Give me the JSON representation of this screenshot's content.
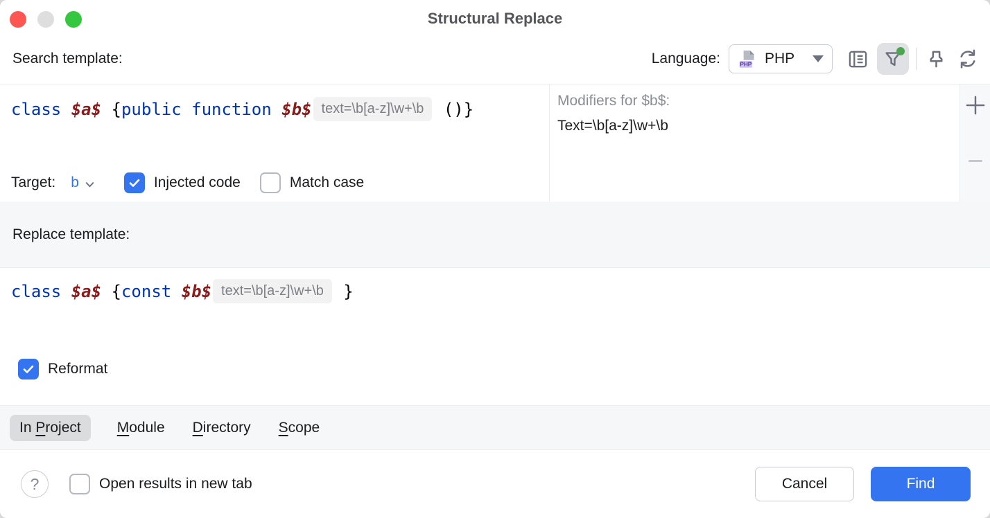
{
  "window": {
    "title": "Structural Replace"
  },
  "colors": {
    "accent_blue": "#3574f0",
    "keyword_blue": "#0033b3",
    "variable_maroon": "#8b1a1a",
    "band_gray": "#f6f7f8",
    "border_gray": "#ebecf0",
    "icon_gray": "#6c707e",
    "filter_active_bg": "#dfe1e5",
    "filter_dot_green": "#4ca651",
    "chip_bg": "#f2f2f3"
  },
  "header": {
    "search_template_label": "Search template:",
    "language_label": "Language:",
    "language": {
      "value": "PHP",
      "file_icon_badge": "PHP"
    },
    "icons": {
      "templates": "existing-templates",
      "filter": "filter (active)",
      "pin": "pin",
      "reset": "reset"
    }
  },
  "search_editor": {
    "tokens": [
      {
        "text": "class ",
        "type": "keyword"
      },
      {
        "text": "$a$",
        "type": "variable"
      },
      {
        "text": " {",
        "type": "plain"
      },
      {
        "text": "public function ",
        "type": "keyword"
      },
      {
        "text": "$b$",
        "type": "variable"
      },
      {
        "text": "text=\\b[a-z]\\w+\\b",
        "type": "filter-chip"
      },
      {
        "text": " ()}",
        "type": "plain"
      }
    ]
  },
  "target_row": {
    "label": "Target:",
    "value": "b",
    "injected_code": {
      "label": "Injected code",
      "checked": true
    },
    "match_case": {
      "label": "Match case",
      "checked": false
    }
  },
  "modifiers": {
    "title": "Modifiers for $b$:",
    "entries": [
      "Text=\\b[a-z]\\w+\\b"
    ],
    "add_label": "+",
    "remove_label": "−"
  },
  "replace": {
    "band_label": "Replace template:",
    "tokens": [
      {
        "text": "class ",
        "type": "keyword"
      },
      {
        "text": "$a$",
        "type": "variable"
      },
      {
        "text": " {",
        "type": "plain"
      },
      {
        "text": "const ",
        "type": "keyword"
      },
      {
        "text": "$b$",
        "type": "variable"
      },
      {
        "text": "text=\\b[a-z]\\w+\\b",
        "type": "filter-chip"
      },
      {
        "text": " }",
        "type": "plain"
      }
    ],
    "reformat": {
      "label": "Reformat",
      "checked": true
    }
  },
  "scope": {
    "tabs": [
      {
        "pre": "In ",
        "key": "P",
        "post": "roject",
        "selected": true
      },
      {
        "pre": "",
        "key": "M",
        "post": "odule",
        "selected": false
      },
      {
        "pre": "",
        "key": "D",
        "post": "irectory",
        "selected": false
      },
      {
        "pre": "",
        "key": "S",
        "post": "cope",
        "selected": false
      }
    ]
  },
  "footer": {
    "help_label": "?",
    "open_results": {
      "label": "Open results in new tab",
      "checked": false
    },
    "cancel_label": "Cancel",
    "find_label": "Find"
  }
}
